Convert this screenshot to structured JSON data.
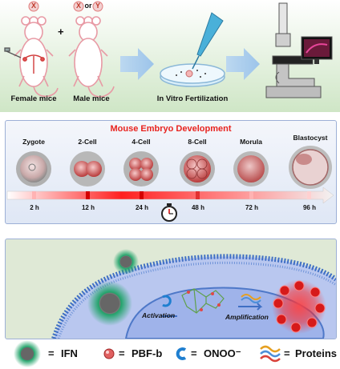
{
  "top_panel": {
    "female_label": "Female mice",
    "male_label": "Male mice",
    "ivf_label": "In Vitro Fertilization",
    "marker_x": "X",
    "marker_or": "or",
    "marker_y": "Y",
    "plus": "+"
  },
  "timeline": {
    "title": "Mouse Embryo Development",
    "stages": [
      {
        "name": "Zygote",
        "time": "2 h"
      },
      {
        "name": "2-Cell",
        "time": "12 h"
      },
      {
        "name": "4-Cell",
        "time": "24 h"
      },
      {
        "name": "8-Cell",
        "time": "48 h"
      },
      {
        "name": "Morula",
        "time": "72 h"
      },
      {
        "name": "Blastocyst",
        "time": "96 h"
      }
    ]
  },
  "mechanism": {
    "activation_label": "Activation",
    "amplification_label": "Amplification"
  },
  "legend": {
    "items": [
      {
        "symbol": "=",
        "label": "IFN"
      },
      {
        "symbol": "=",
        "label": "PBF-b"
      },
      {
        "symbol": "=",
        "label": "ONOO⁻"
      },
      {
        "symbol": "=",
        "label": "Proteins"
      }
    ]
  },
  "colors": {
    "title_red": "#e8231e",
    "panel_green": "#d9ecd0",
    "panel_blue": "#e4eaf6",
    "membrane_blue": "#3f6fc4",
    "cytoplasm": "#b9c7ef",
    "glow_red": "#ff2a2a"
  }
}
